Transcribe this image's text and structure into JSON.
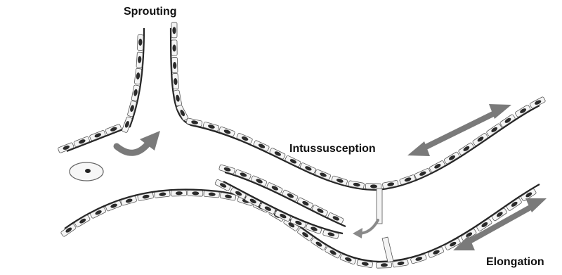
{
  "labels": {
    "sprouting": "Sprouting",
    "intussusception": "Intussusception",
    "elongation": "Elongation"
  },
  "colors": {
    "vessel_wall": "#222222",
    "cell_fill": "#f4f4f4",
    "cell_outline": "#555555",
    "nucleus": "#2a2a2a",
    "arrow": "#7a7a7a"
  }
}
